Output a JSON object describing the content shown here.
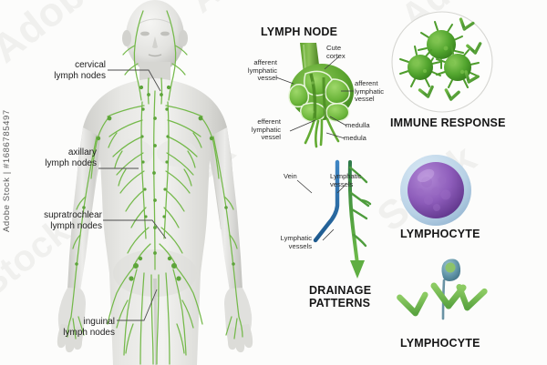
{
  "meta": {
    "watermark_text": "Adobe",
    "watermark_stock": "Stock",
    "credit": "Adobe Stock | #1686785497"
  },
  "body_diagram": {
    "name": "human-lymphatic-system",
    "labels": [
      {
        "id": "cervical",
        "text": "cervical\nlymph nodes"
      },
      {
        "id": "axillary",
        "text": "axillary\nlymph nodes"
      },
      {
        "id": "supratrochlear",
        "text": "supratrochlear\nlymph nodes"
      },
      {
        "id": "inguinal",
        "text": "inguinal\nlymph nodes"
      }
    ]
  },
  "lymph_node_panel": {
    "title": "LYMPH NODE",
    "labels": [
      {
        "id": "afferent-left",
        "text": "afferent\nlymphatic\nvessel"
      },
      {
        "id": "cute-cortex",
        "text": "Cute\ncortex"
      },
      {
        "id": "afferent-right",
        "text": "afferent\nlymphatic\nvessel"
      },
      {
        "id": "efferent",
        "text": "efferent\nlymphatic\nvessel"
      },
      {
        "id": "medulla-1",
        "text": "medulla"
      },
      {
        "id": "medulla-2",
        "text": "medula"
      }
    ]
  },
  "drainage_panel": {
    "title": "DRAINAGE\nPATTERNS",
    "labels": [
      {
        "id": "vein",
        "text": "Vein"
      },
      {
        "id": "lymphatic-upper",
        "text": "Lymphatic\nvessels"
      },
      {
        "id": "lymphatic-lower",
        "text": "Lymphatic\nvessels"
      }
    ]
  },
  "immune_panel": {
    "title": "IMMUNE RESPONSE",
    "pathogen_count": 3,
    "antibody_count": 5
  },
  "lymphocyte_cell_panel": {
    "title": "LYMPHOCYTE"
  },
  "lymphocyte_antibody_panel": {
    "title": "LYMPHOCYTE"
  },
  "colors": {
    "lymph_green": "#6eb43f",
    "node_green": "#4f9b2e",
    "vein_blue": "#2d6ea8",
    "vessel_green": "#4e9c3c",
    "lymphocyte_purple": "#8e5fb8",
    "lymphocyte_membrane": "#bcd4e6",
    "body_gray": "#d9d9d6",
    "text_dark": "#1d1d1d"
  }
}
